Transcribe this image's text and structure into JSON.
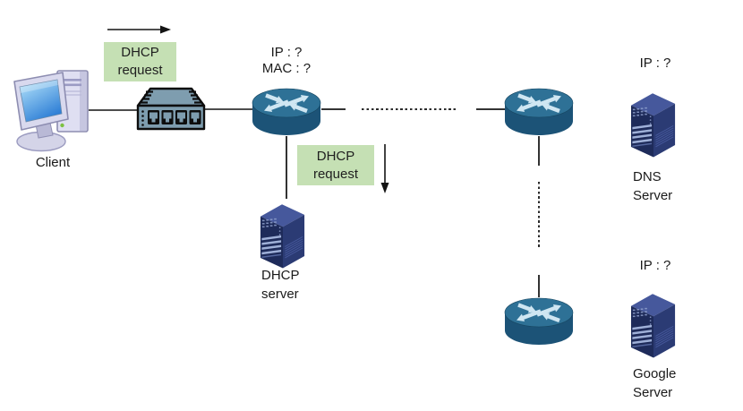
{
  "diagram": {
    "badges": {
      "dhcp_request_top": {
        "line1": "DHCP",
        "line2": "request"
      },
      "dhcp_request_mid": {
        "line1": "DHCP",
        "line2": "request"
      }
    },
    "annotations": {
      "router_access": {
        "line1": "IP : ?",
        "line2": "MAC : ?"
      },
      "dns_server_ip": "IP : ?",
      "google_server_ip": "IP : ?"
    },
    "nodes": {
      "client": {
        "label": "Client",
        "icon": "desktop-computer-icon"
      },
      "switch": {
        "icon": "ethernet-switch-icon"
      },
      "router_access": {
        "icon": "router-icon"
      },
      "router_transit": {
        "icon": "router-icon"
      },
      "router_remote": {
        "icon": "router-icon"
      },
      "dhcp_server": {
        "label_line1": "DHCP",
        "label_line2": "server",
        "icon": "server-icon"
      },
      "dns_server": {
        "label_line1": "DNS",
        "label_line2": "Server",
        "icon": "server-icon"
      },
      "google_server": {
        "label_line1": "Google",
        "label_line2": "Server",
        "icon": "server-icon"
      }
    },
    "colors": {
      "badge_green": "#c5e0b4",
      "text": "#1a1a1a",
      "line": "#333333",
      "router_top": "#2e7196",
      "router_body": "#1c5377",
      "router_arrows": "#cfe6f2",
      "server_top": "#46589c",
      "server_front": "#1e2b5a",
      "server_side": "#2b3b74",
      "server_stripe": "#9fb0d8",
      "switch_body": "#7e9daf",
      "switch_outline": "#0d0d0d"
    }
  }
}
